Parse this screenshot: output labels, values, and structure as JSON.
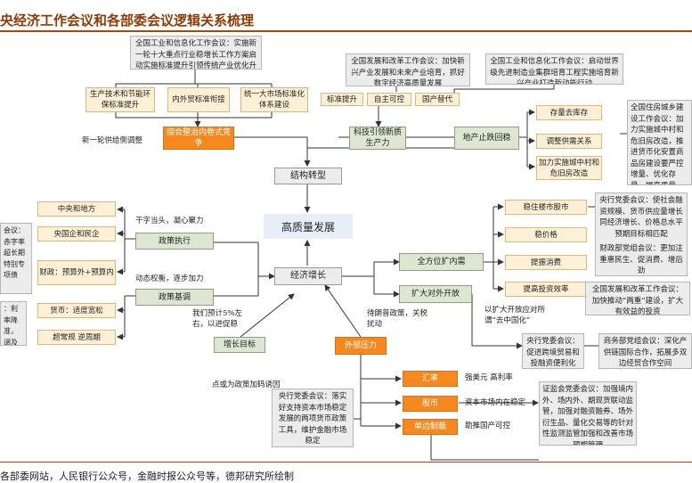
{
  "header": {
    "title": "央经济工作会议和各部委会议逻辑关系梳理",
    "source": "各部委网站，人民银行公众号，金融时报公众号等，德邦研究所绘制"
  },
  "colors": {
    "accent_orange": "#f5881f",
    "rule": "#a04a0f",
    "green_box": "#dde6d2",
    "yellow_box": "#fdf0d6"
  },
  "notes": {
    "miit_top": "全国工业和信息化工作会议：实施新一轮十大重点行业稳增长工作方案启动实施标准提升引领传统产业优化升级行动",
    "ndrc_top": "全国发展和改革工作会议：加快新兴产业发展和未来产业培育，抓好数字经济高质量发展",
    "miit_right": "全国工业和信息化工作会议：启动世界级先进制造业集群培育工程实施培育新兴产业打造新动能行动",
    "housing": "全国住房城乡建设工作会议：加力实施城中村和危旧房改造，推进货币化安置商品房建设要严控增量、优化存量、提高质量",
    "pboc_right": "央行党委会议：使社会融资规模、货币供应量增长同经济增长、价格总水平预期目标相匹配",
    "mof_right": "财政部党组会议：更加注重惠民生、促消费、增后劲",
    "ndrc_right": "全国发展和改革工作会议：加快推动“两重”建设，扩大有效益的投资",
    "pboc_trade": "央行党委会议：促进跨境贸易和投融资便利化",
    "mofcom": "商务部党组会议：深化产供链国际合作，拓展多双边经贸合作空间",
    "csrc": "证监会党委会议：加强境内外、场内外、期现货联动监管，加强对融资融券、场外衍生品、量化交易等的针对性监测监管加强和改善市场预期管理",
    "pboc_bottom": "央行党委会议：落实好支持资本市场稳定发展的两项货币政策工具，维护金融市场稳定",
    "left_cut1": "会议：赤字率超长期特别专项债",
    "left_cut2": "：利率降准，调及有水"
  },
  "boxes": {
    "ind1": "生产技术和节能环保标准提升",
    "ind2": "内外贸标准衔接",
    "ind3": "统一大市场标准化体系建设",
    "sub_std": "标准提升",
    "sub_self": "自主可控",
    "sub_import": "国产替代",
    "consolidate": "综合整治内卷式竞争",
    "tech": "科技引领新质生产力",
    "property": "地产止跌回稳",
    "p1": "存量去库存",
    "p2": "调整供需关系",
    "p3": "加力实施城中村和危旧房改造",
    "structure": "结构转型",
    "hq": "高质量发展",
    "growth": "经济增长",
    "policy_exec": "政策执行",
    "policy_coord": "政策基调",
    "central_local": "中央和地方",
    "central_private": "央国企和民企",
    "fiscal": "财政：预算外+预算内",
    "monetary": "货币：适度宽松",
    "counter": "超常规 逆周期",
    "demand": "全方位扩内需",
    "open": "扩大对外开放",
    "d1": "稳住楼市股市",
    "d2": "稳价格",
    "d3": "提振消费",
    "d4": "提高投资效率",
    "target": "增长目标",
    "external": "外部压力",
    "fx": "汇率",
    "stock": "股市",
    "tariff": "单边制裁"
  },
  "labels": {
    "phase_out": "新一轮供给侧调整",
    "move_first": "干字当头，凝心聚力",
    "dynamic": "动态权衡，逐步加力",
    "forecast": "我们预计5%左右，以进促稳",
    "policy_plus": "待朗普政策，关税扰动",
    "more_open": "以扩大开放应对所谓“去中国化”",
    "code": "点或为政策加码诱因",
    "usd": "强美元 高利率",
    "capital": "资本市场内在稳定",
    "help": "助推国产可控"
  }
}
